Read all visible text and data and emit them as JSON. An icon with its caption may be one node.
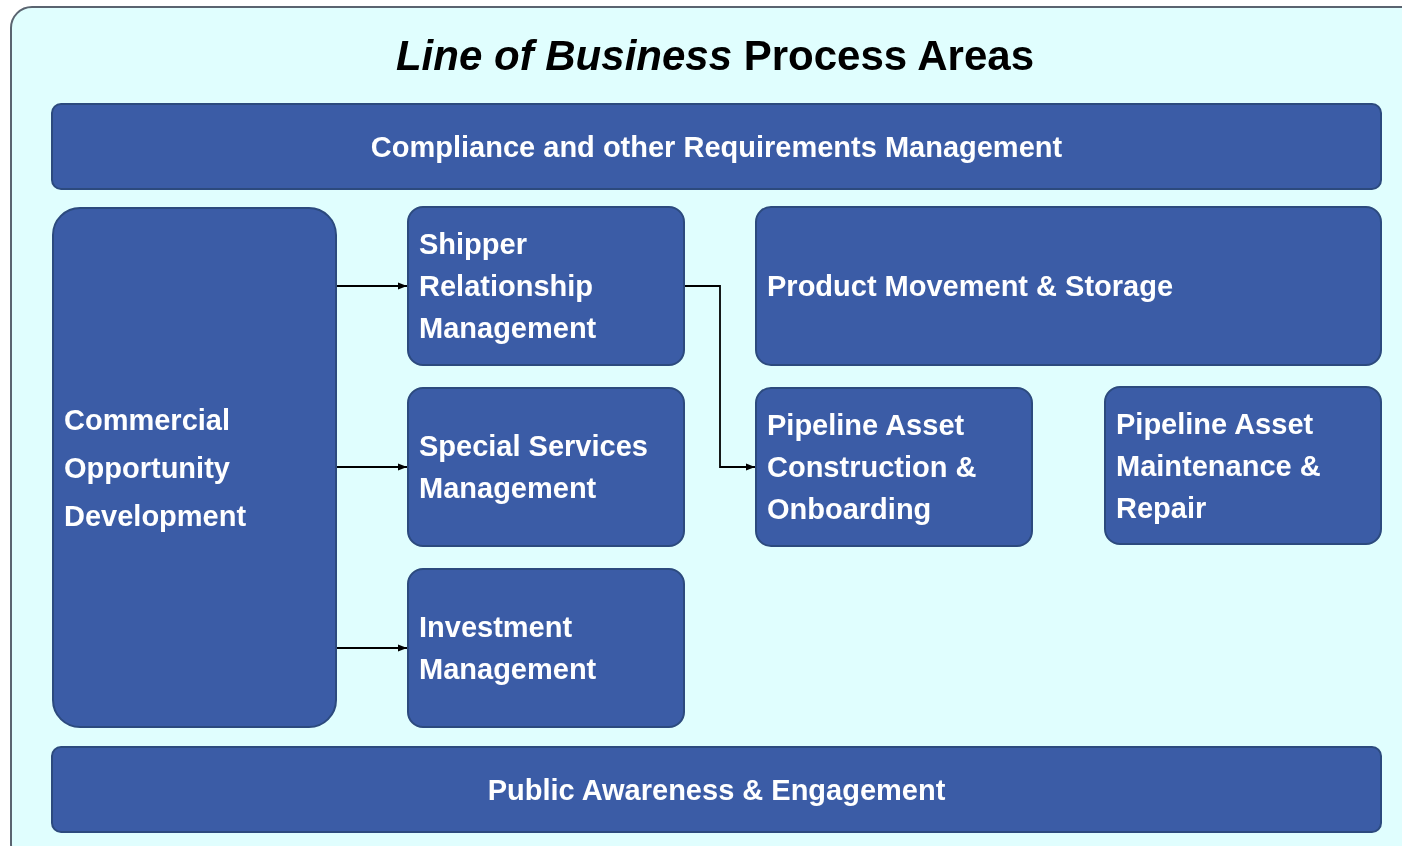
{
  "diagram": {
    "title": "*Line of Business* Process Areas",
    "nodes": [
      {
        "text": [
          "Compliance and other Requirements Management"
        ]
      },
      {
        "text": [
          "Commercial Opportunity Development"
        ]
      },
      {
        "text": [
          "Shipper Relationship Management"
        ]
      },
      {
        "text": [
          "Special Services Management"
        ]
      },
      {
        "text": [
          "Investment Management"
        ]
      },
      {
        "text": [
          "Product Movement & Storage"
        ]
      },
      {
        "text": [
          "Pipeline Asset Construction & Onboarding"
        ]
      },
      {
        "text": [
          "Pipeline Asset Maintenance & Repair"
        ]
      },
      {
        "text": [
          "Public Awareness & Engagement"
        ]
      }
    ],
    "edges": [
      {
        "from": 1,
        "to": 2,
        "arrow": "to"
      },
      {
        "from": 1,
        "to": 3,
        "arrow": "to"
      },
      {
        "from": 1,
        "to": 4,
        "arrow": "to"
      },
      {
        "from": 2,
        "to": 6,
        "arrow": "to"
      }
    ]
  }
}
